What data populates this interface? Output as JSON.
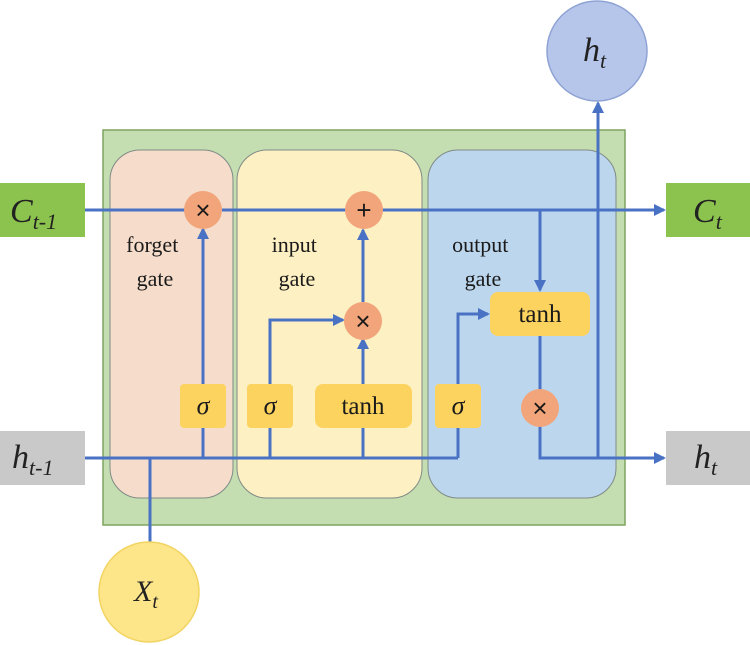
{
  "colors": {
    "line": "#4a72c4",
    "cell_fill": "#c5deb1",
    "cell_stroke": "#7fa45e",
    "forget_fill": "#f6dccb",
    "input_fill": "#fdf0c2",
    "output_fill": "#bcd6ee",
    "op_circle": "#f2a47a",
    "activation_box": "#fdd35f",
    "c_box": "#8cc34e",
    "h_box": "#c9c9c9",
    "xt_circle": "#fde58a",
    "ht_circle": "#b5c6ea"
  },
  "gates": {
    "forget": {
      "line1": "forget",
      "line2": "gate"
    },
    "input": {
      "line1": "input",
      "line2": "gate"
    },
    "output": {
      "line1": "output",
      "line2": "gate"
    }
  },
  "activations": {
    "sigma": "σ",
    "tanh": "tanh"
  },
  "operators": {
    "multiply": "×",
    "add": "+"
  },
  "variables": {
    "c_prev": {
      "base": "C",
      "sub": "t-1"
    },
    "c_next": {
      "base": "C",
      "sub": "t"
    },
    "h_prev": {
      "base": "h",
      "sub": "t-1"
    },
    "h_next": {
      "base": "h",
      "sub": "t"
    },
    "h_top": {
      "base": "h",
      "sub": "t"
    },
    "x_in": {
      "base": "X",
      "sub": "t"
    }
  }
}
